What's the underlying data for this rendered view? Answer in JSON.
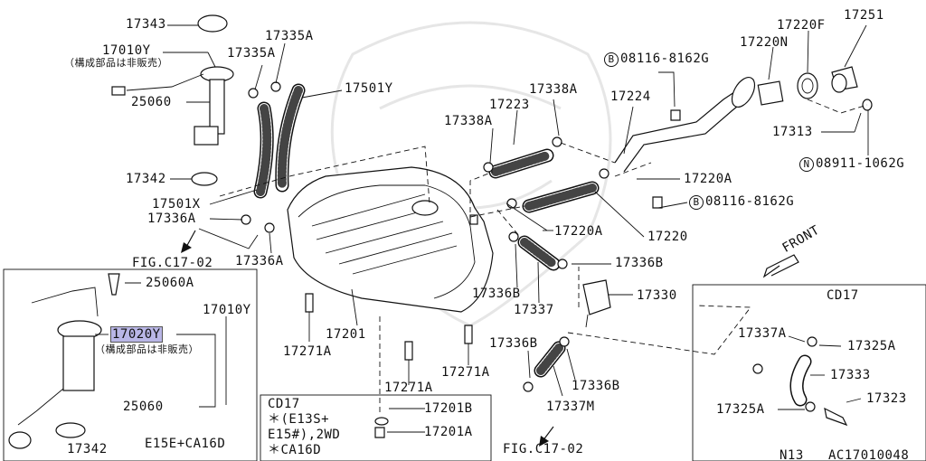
{
  "labels": {
    "p17343": "17343",
    "p17010Y_top": "17010Y",
    "note_top": "（構成部品は非販売）",
    "p17335A_1": "17335A",
    "p17335A_2": "17335A",
    "p17501Y": "17501Y",
    "p25060_top": "25060",
    "p17342_top": "17342",
    "p17501X": "17501X",
    "p17336A_1": "17336A",
    "p17336A_2": "17336A",
    "fig_ref_1": "FIG.C17-02",
    "p25060A": "25060A",
    "p17010Y_box": "17010Y",
    "p17020Y": "17020Y",
    "note_box": "（構成部品は非販売）",
    "p25060_box": "25060",
    "p17342_box": "17342",
    "box_variant": "E15E+CA16D",
    "p17271A_1": "17271A",
    "p17201": "17201",
    "p17271A_2": "17271A",
    "p17271A_3": "17271A",
    "cd17_small_title": "CD17",
    "cd17_line1": "＊(E13S+",
    "cd17_line2": "E15#),2WD",
    "cd17_line3": "＊CA16D",
    "p17201B": "17201B",
    "p17201A": "17201A",
    "p17338A_1": "17338A",
    "p17223": "17223",
    "p17338A_2": "17338A",
    "p17224": "17224",
    "bolt_top": "08116-8162G",
    "bolt_top_sym": "B",
    "p17220N": "17220N",
    "p17220F": "17220F",
    "p17251": "17251",
    "p17313": "17313",
    "nut": "08911-1062G",
    "nut_sym": "N",
    "p17220A_1": "17220A",
    "bolt_mid": "08116-8162G",
    "bolt_mid_sym": "B",
    "p17220A_2": "17220A",
    "p17220": "17220",
    "p17336B_1": "17336B",
    "p17336B_2": "17336B",
    "p17337": "17337",
    "p17330": "17330",
    "p17336B_3": "17336B",
    "p17336B_4": "17336B",
    "p17337M": "17337M",
    "fig_ref_2": "FIG.C17-02",
    "front": "FRONT",
    "cd17_right_title": "CD17",
    "p17337A": "17337A",
    "p17325A_1": "17325A",
    "p17333": "17333",
    "p17325A_2": "17325A",
    "p17323": "17323",
    "footer_code": "N13",
    "footer_id": "AC17010048"
  },
  "colors": {
    "line": "#111111",
    "highlight": "#b9b6e6"
  }
}
